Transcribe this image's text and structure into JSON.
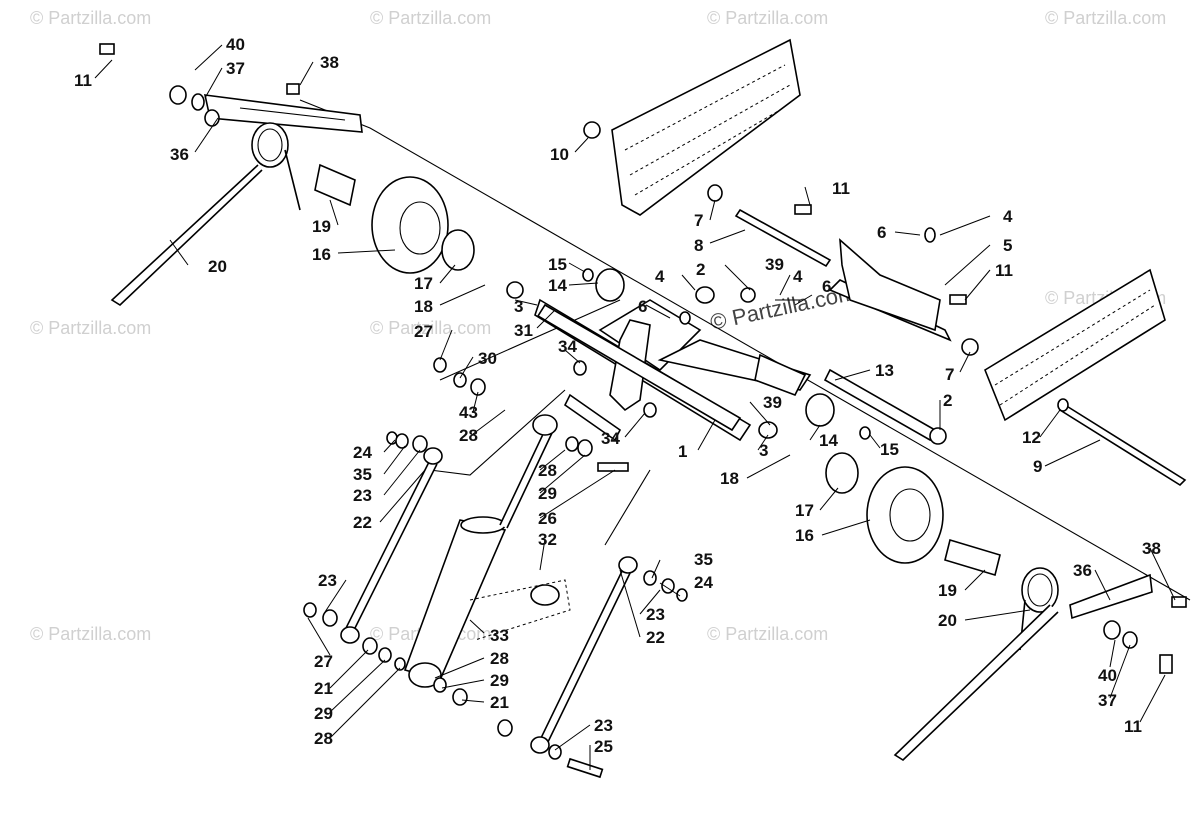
{
  "watermarks": {
    "text": "© Partzilla.com",
    "center_text": "© Partzilla.com"
  },
  "labels": {
    "p1": "1",
    "p2a": "2",
    "p2b": "2",
    "p3a": "3",
    "p3b": "3",
    "p4a": "4",
    "p4b": "4",
    "p4c": "4",
    "p5": "5",
    "p6a": "6",
    "p6b": "6",
    "p6c": "6",
    "p7a": "7",
    "p7b": "7",
    "p8": "8",
    "p9": "9",
    "p10": "10",
    "p11a": "11",
    "p11b": "11",
    "p11c": "11",
    "p11d": "11",
    "p12": "12",
    "p13": "13",
    "p14a": "14",
    "p14b": "14",
    "p15a": "15",
    "p15b": "15",
    "p16a": "16",
    "p16b": "16",
    "p17a": "17",
    "p17b": "17",
    "p18a": "18",
    "p18b": "18",
    "p19a": "19",
    "p19b": "19",
    "p20a": "20",
    "p20b": "20",
    "p21a": "21",
    "p21b": "21",
    "p22a": "22",
    "p22b": "22",
    "p23a": "23",
    "p23b": "23",
    "p23c": "23",
    "p23d": "23",
    "p24a": "24",
    "p24b": "24",
    "p25": "25",
    "p26": "26",
    "p27a": "27",
    "p27b": "27",
    "p28a": "28",
    "p28b": "28",
    "p28c": "28",
    "p28d": "28",
    "p29a": "29",
    "p29b": "29",
    "p29c": "29",
    "p30": "30",
    "p31": "31",
    "p32": "32",
    "p33": "33",
    "p34a": "34",
    "p34b": "34",
    "p35a": "35",
    "p35b": "35",
    "p36a": "36",
    "p36b": "36",
    "p37a": "37",
    "p37b": "37",
    "p38a": "38",
    "p38b": "38",
    "p39a": "39",
    "p39b": "39",
    "p40a": "40",
    "p40b": "40",
    "p43": "43"
  }
}
